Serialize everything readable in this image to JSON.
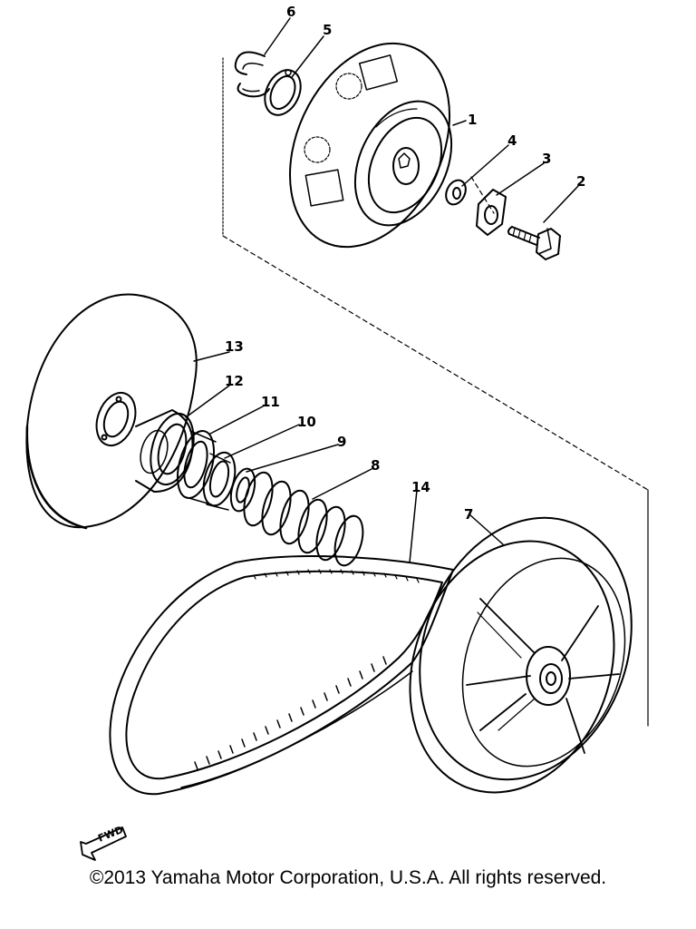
{
  "callouts": {
    "c1": "1",
    "c2": "2",
    "c3": "3",
    "c4": "4",
    "c5": "5",
    "c6": "6",
    "c7": "7",
    "c8": "8",
    "c9": "9",
    "c10": "10",
    "c11": "11",
    "c12": "12",
    "c13": "13",
    "c14": "14"
  },
  "direction_label": "FWD",
  "copyright": "©2013 Yamaha Motor Corporation, U.S.A. All rights reserved."
}
